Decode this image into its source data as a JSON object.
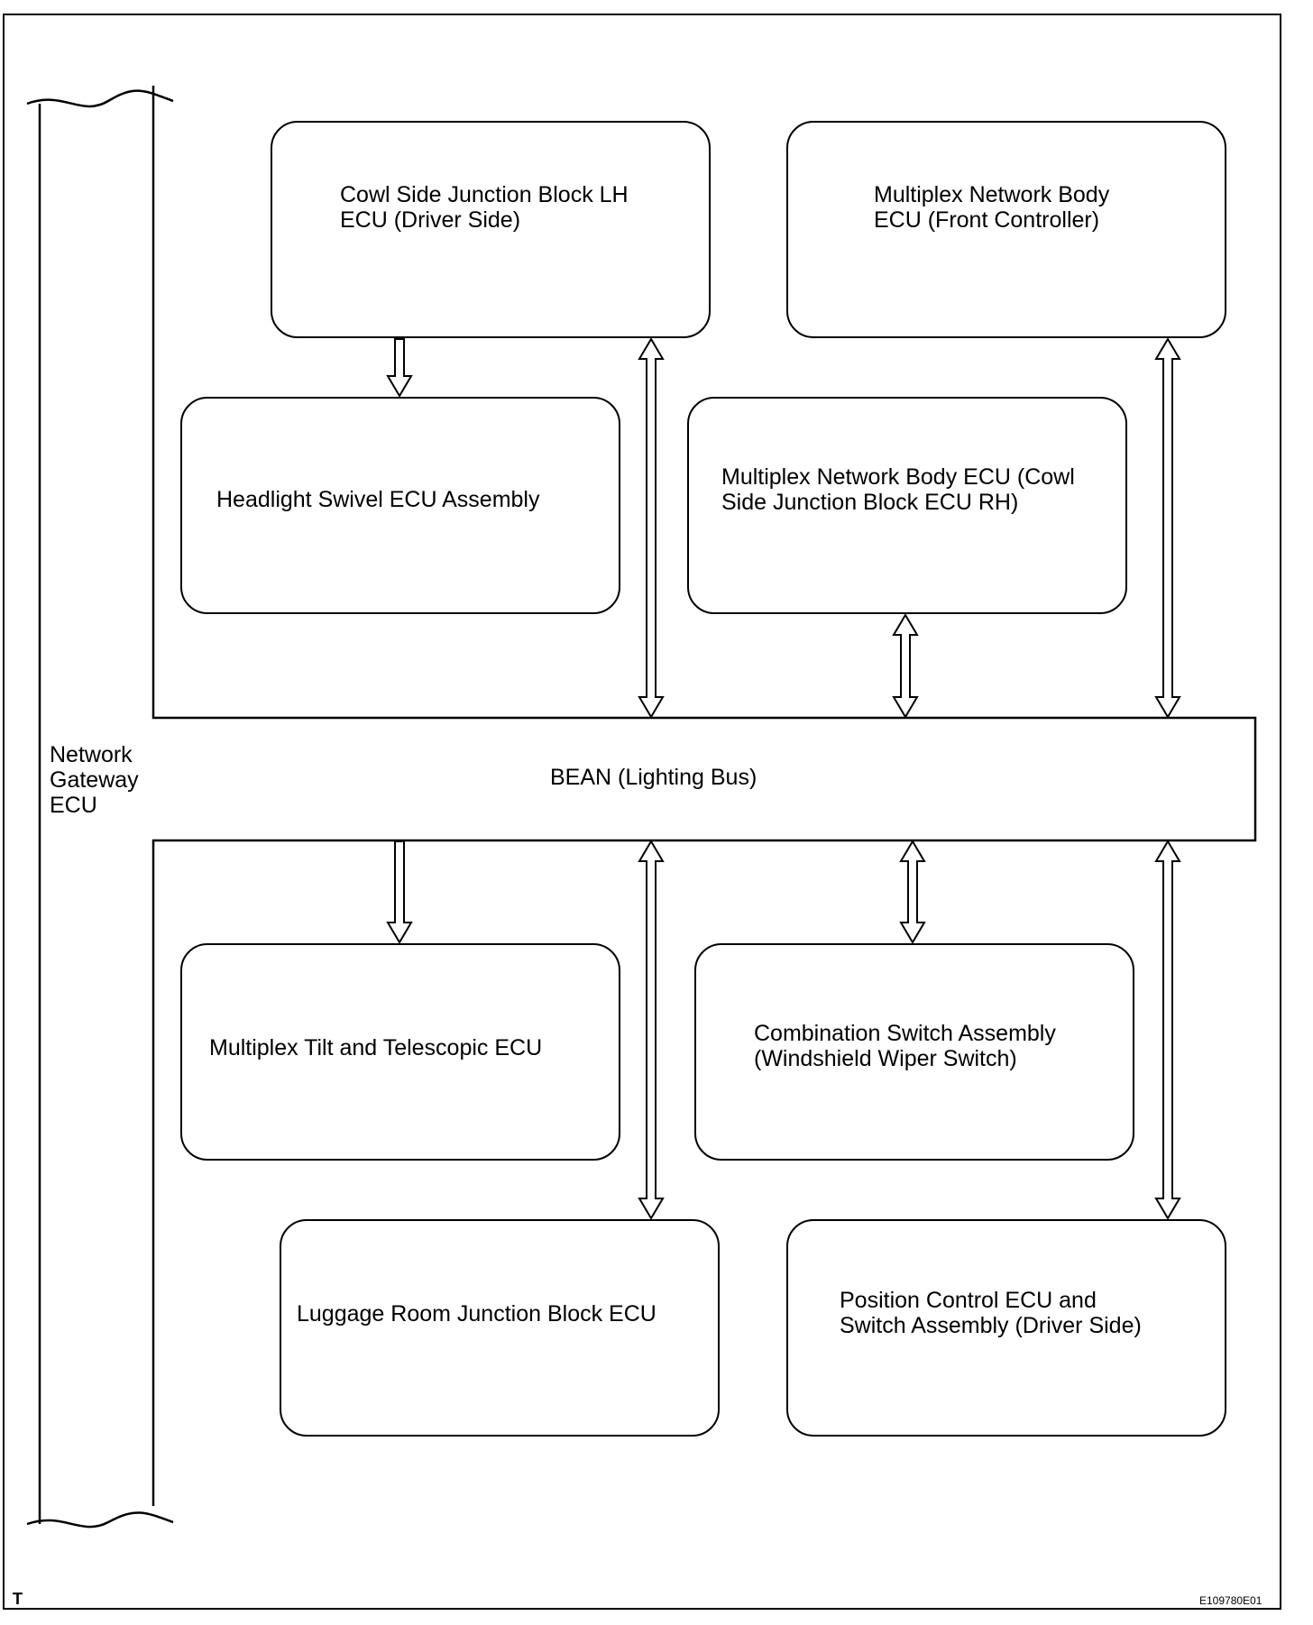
{
  "gateway": {
    "label": "Network\nGateway\nECU"
  },
  "bus": {
    "label": "BEAN (Lighting Bus)"
  },
  "boxes": {
    "cowl_lh": "Cowl Side Junction Block LH\nECU (Driver Side)",
    "mpx_front": "Multiplex Network Body\nECU (Front Controller)",
    "headlight": "Headlight Swivel ECU Assembly",
    "mpx_cowl_rh": "Multiplex Network Body ECU (Cowl\nSide Junction Block ECU RH)",
    "tilt": "Multiplex Tilt and Telescopic ECU",
    "combo": "Combination Switch Assembly\n(Windshield Wiper Switch)",
    "luggage": "Luggage Room Junction Block ECU",
    "position": "Position Control ECU and\nSwitch Assembly (Driver Side)"
  },
  "footer": {
    "corner_mark": "T",
    "figure_id": "E109780E01"
  }
}
